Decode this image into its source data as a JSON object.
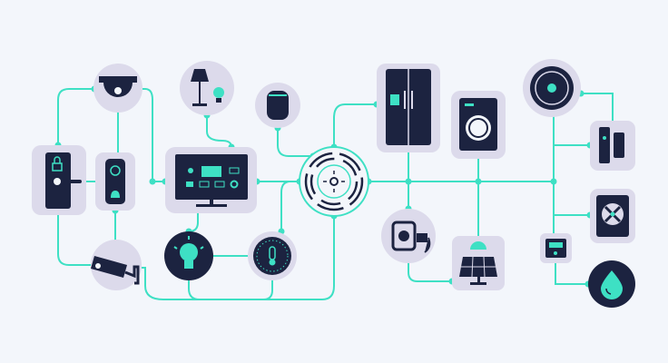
{
  "colors": {
    "background": "#f3f6fb",
    "tile": "#dcdaeb",
    "device": "#1c2340",
    "connection": "#3ee0c4"
  },
  "devices": [
    {
      "id": "smart-lock",
      "icon": "door-lock-icon"
    },
    {
      "id": "video-doorbell",
      "icon": "doorbell-icon"
    },
    {
      "id": "dome-camera",
      "icon": "dome-camera-icon"
    },
    {
      "id": "security-camera",
      "icon": "security-camera-icon"
    },
    {
      "id": "lamp-and-bulb",
      "icon": "lamp-icon"
    },
    {
      "id": "smart-speaker",
      "icon": "speaker-icon"
    },
    {
      "id": "smart-tv",
      "icon": "tv-icon"
    },
    {
      "id": "smart-bulb",
      "icon": "lightbulb-icon"
    },
    {
      "id": "thermostat",
      "icon": "thermostat-icon"
    },
    {
      "id": "central-hub",
      "icon": "hub-icon"
    },
    {
      "id": "refrigerator",
      "icon": "fridge-icon"
    },
    {
      "id": "washing-machine",
      "icon": "washer-icon"
    },
    {
      "id": "smart-plug",
      "icon": "plug-icon"
    },
    {
      "id": "solar-panel",
      "icon": "solar-panel-icon"
    },
    {
      "id": "robot-vacuum",
      "icon": "robot-vacuum-icon"
    },
    {
      "id": "door-sensor",
      "icon": "door-sensor-icon"
    },
    {
      "id": "air-vent",
      "icon": "fan-icon"
    },
    {
      "id": "water-meter",
      "icon": "meter-icon"
    },
    {
      "id": "water-sensor",
      "icon": "water-drop-icon"
    }
  ]
}
